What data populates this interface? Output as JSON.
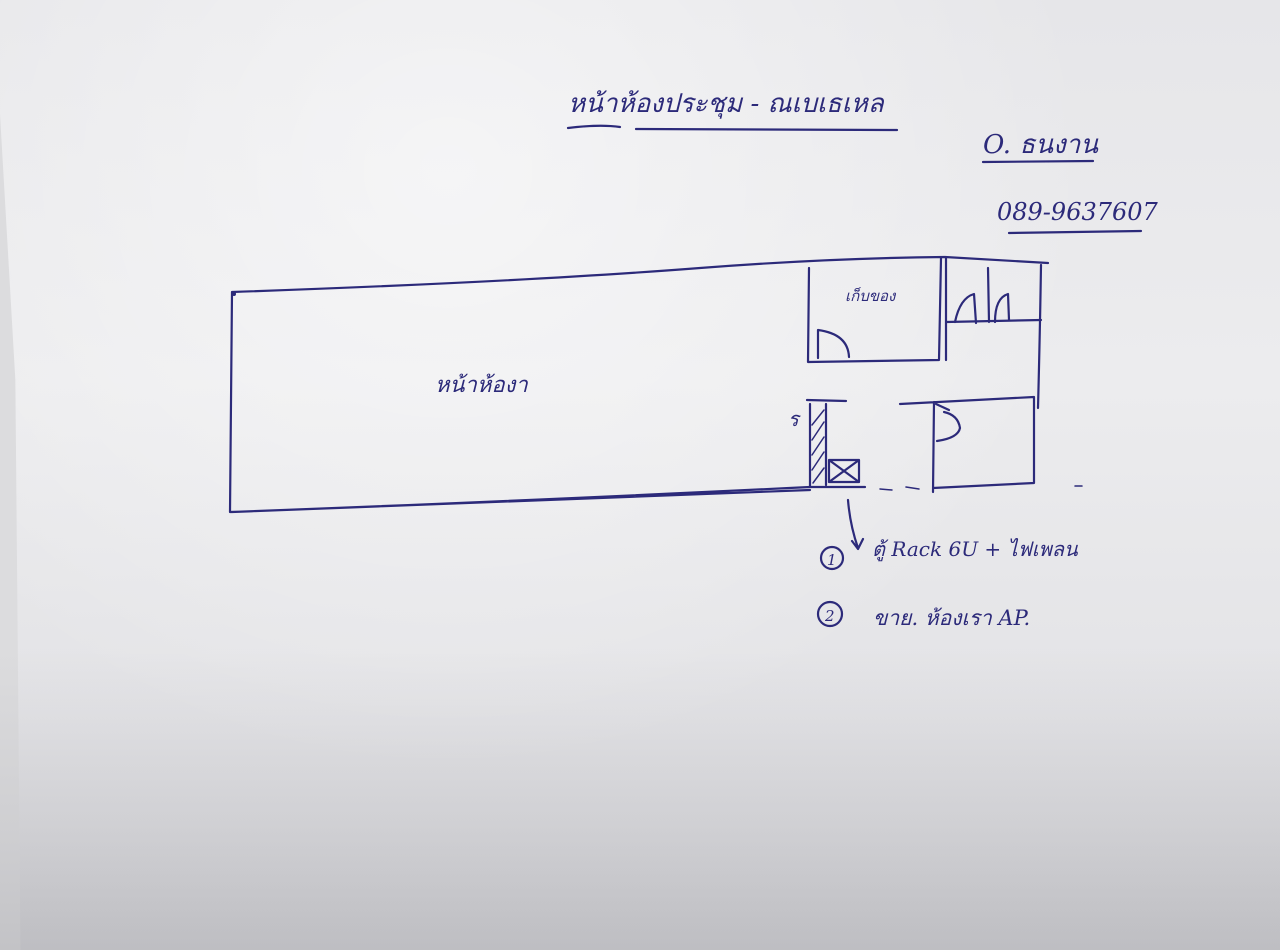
{
  "sheet": {
    "title": "หน้าห้องประชุม - ณเบเธเหล",
    "contact_name": "O. ธนงาน",
    "phone": "089-9637607"
  },
  "plan": {
    "main_room_label": "หน้าห้องา",
    "storage_room_label": "เก็บของ"
  },
  "notes": {
    "items": [
      {
        "marker": "1",
        "text": "ตู้ Rack 6U + ไฟเพลน"
      },
      {
        "marker": "2",
        "text": "ขาย. ห้องเรา AP."
      }
    ]
  },
  "colors": {
    "ink": "#2c2a7a",
    "paper": "#e9e9ea"
  }
}
